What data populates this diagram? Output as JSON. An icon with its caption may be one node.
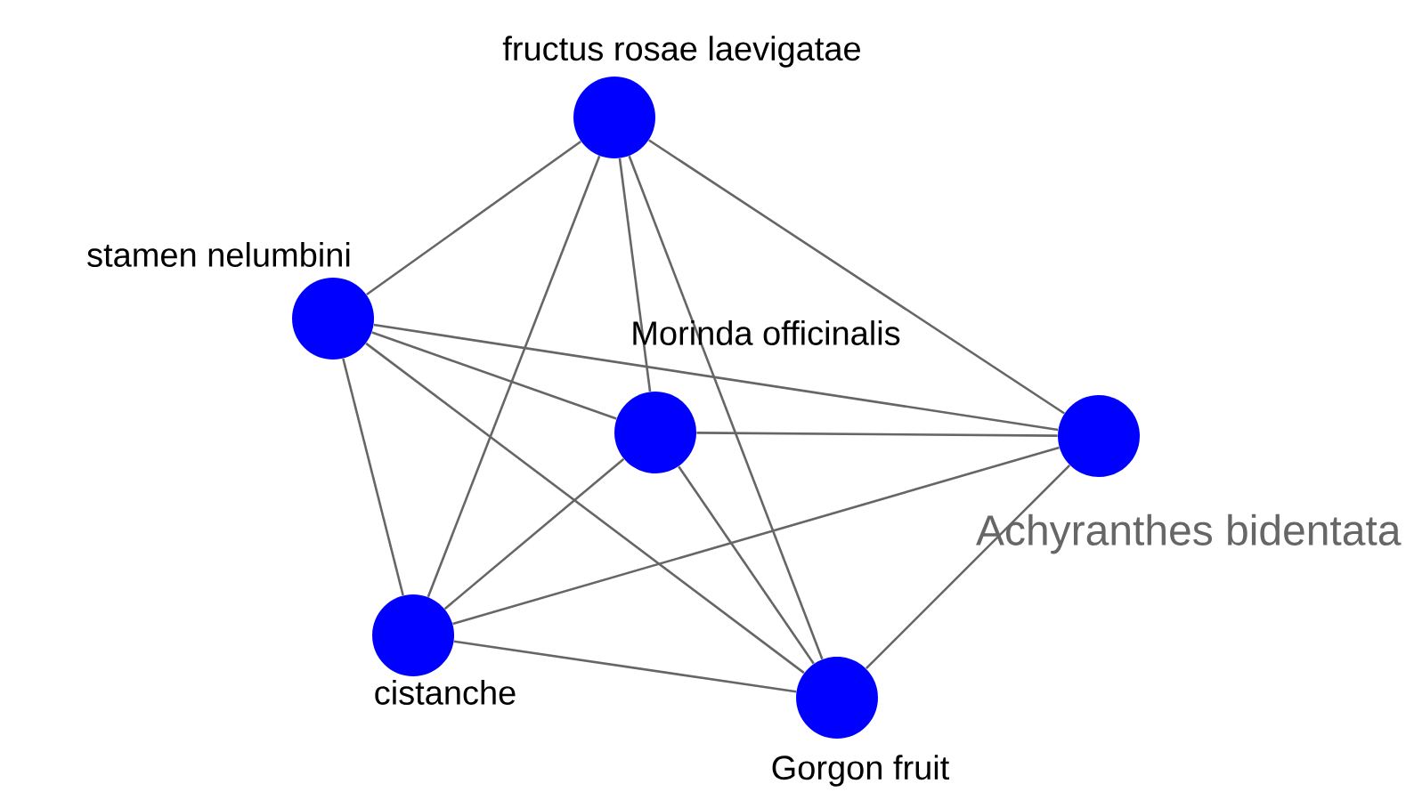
{
  "diagram": {
    "nodes": [
      {
        "text": [
          "fructus rosae laevigatae"
        ]
      },
      {
        "text": [
          "stamen nelumbini"
        ]
      },
      {
        "text": [
          "Morinda officinalis"
        ]
      },
      {
        "text": [
          "Achyranthes bidentata"
        ]
      },
      {
        "text": [
          "cistanche"
        ]
      },
      {
        "text": [
          "Gorgon fruit"
        ]
      }
    ],
    "edges": [
      {
        "from": 0,
        "to": 1,
        "arrow": "none"
      },
      {
        "from": 0,
        "to": 3,
        "arrow": "none"
      },
      {
        "from": 0,
        "to": 2,
        "arrow": "none"
      },
      {
        "from": 0,
        "to": 5,
        "arrow": "none"
      },
      {
        "from": 0,
        "to": 4,
        "arrow": "none"
      },
      {
        "from": 1,
        "to": 2,
        "arrow": "none"
      },
      {
        "from": 1,
        "to": 3,
        "arrow": "none"
      },
      {
        "from": 1,
        "to": 5,
        "arrow": "none"
      },
      {
        "from": 1,
        "to": 4,
        "arrow": "none"
      },
      {
        "from": 2,
        "to": 3,
        "arrow": "none"
      },
      {
        "from": 2,
        "to": 4,
        "arrow": "none"
      },
      {
        "from": 2,
        "to": 5,
        "arrow": "none"
      },
      {
        "from": 3,
        "to": 4,
        "arrow": "none"
      },
      {
        "from": 3,
        "to": 5,
        "arrow": "none"
      },
      {
        "from": 4,
        "to": 5,
        "arrow": "none"
      }
    ]
  }
}
